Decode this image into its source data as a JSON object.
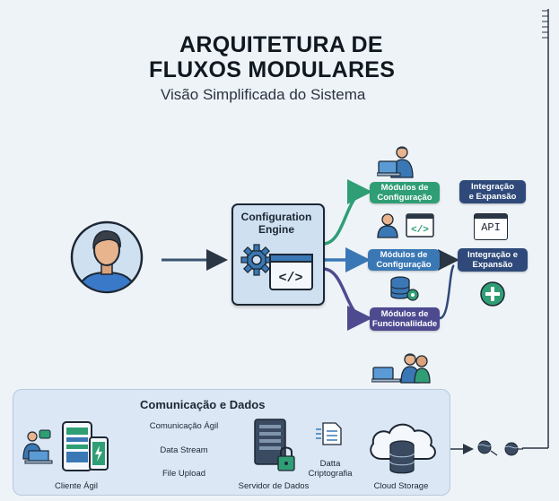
{
  "header": {
    "title_line1": "ARQUITETURA DE",
    "title_line2": "FLUXOS MODULARES",
    "subtitle": "Visão Simplificada do Sistema"
  },
  "engine": {
    "label_line1": "Configuration",
    "label_line2": "Engine"
  },
  "modules": {
    "config_top_line1": "Módulos de",
    "config_top_line2": "Configuração",
    "config_mid_line1": "Módulos de",
    "config_mid_line2": "Configuração",
    "func_line1": "Módulos de",
    "func_line2": "Funcionaliidade"
  },
  "integration": {
    "top_line1": "Integração",
    "top_line2": "e Expansão",
    "api_label": "API",
    "mid_line1": "Integração e",
    "mid_line2": "Expansão"
  },
  "bottom": {
    "section_title": "Comunicação e Dados",
    "flow_1": "Comunicação Ágil",
    "flow_2": "Data Stream",
    "flow_3": "File Upload",
    "client_label": "Cliente Ágil",
    "server_label": "Servidor de Dados",
    "crypto_line1": "Datta",
    "crypto_line2": "Criptografia",
    "storage_label": "Cloud Storage"
  },
  "colors": {
    "green": "#2f9e75",
    "blue": "#3a78b5",
    "purple": "#4d4a90",
    "navy": "#2f4a7a",
    "engine_fill": "#cfe0f1"
  }
}
